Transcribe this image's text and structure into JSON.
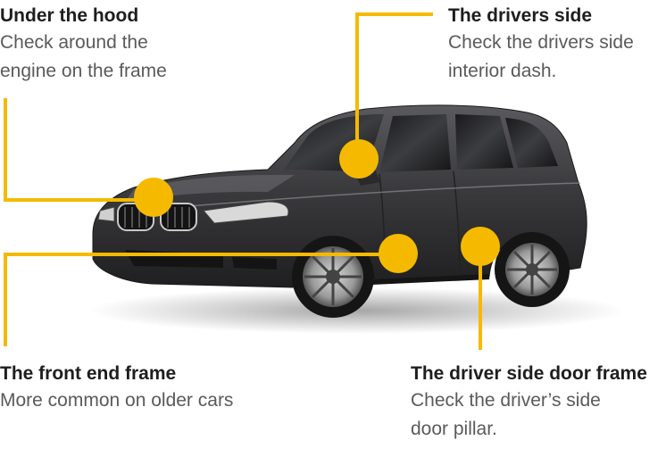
{
  "accent_color": "#F5BA00",
  "car_color": "#3a3a3c",
  "callouts": [
    {
      "id": "hood",
      "title": "Under the hood",
      "description": "Check around the\nengine on the frame"
    },
    {
      "id": "drivers_side",
      "title": "The drivers side",
      "description": "Check the drivers side\ninterior dash."
    },
    {
      "id": "front_end",
      "title": "The front end frame",
      "description": "More common on older cars"
    },
    {
      "id": "door_frame",
      "title": "The driver side door frame",
      "description": "Check the driver’s side\ndoor pillar."
    }
  ]
}
